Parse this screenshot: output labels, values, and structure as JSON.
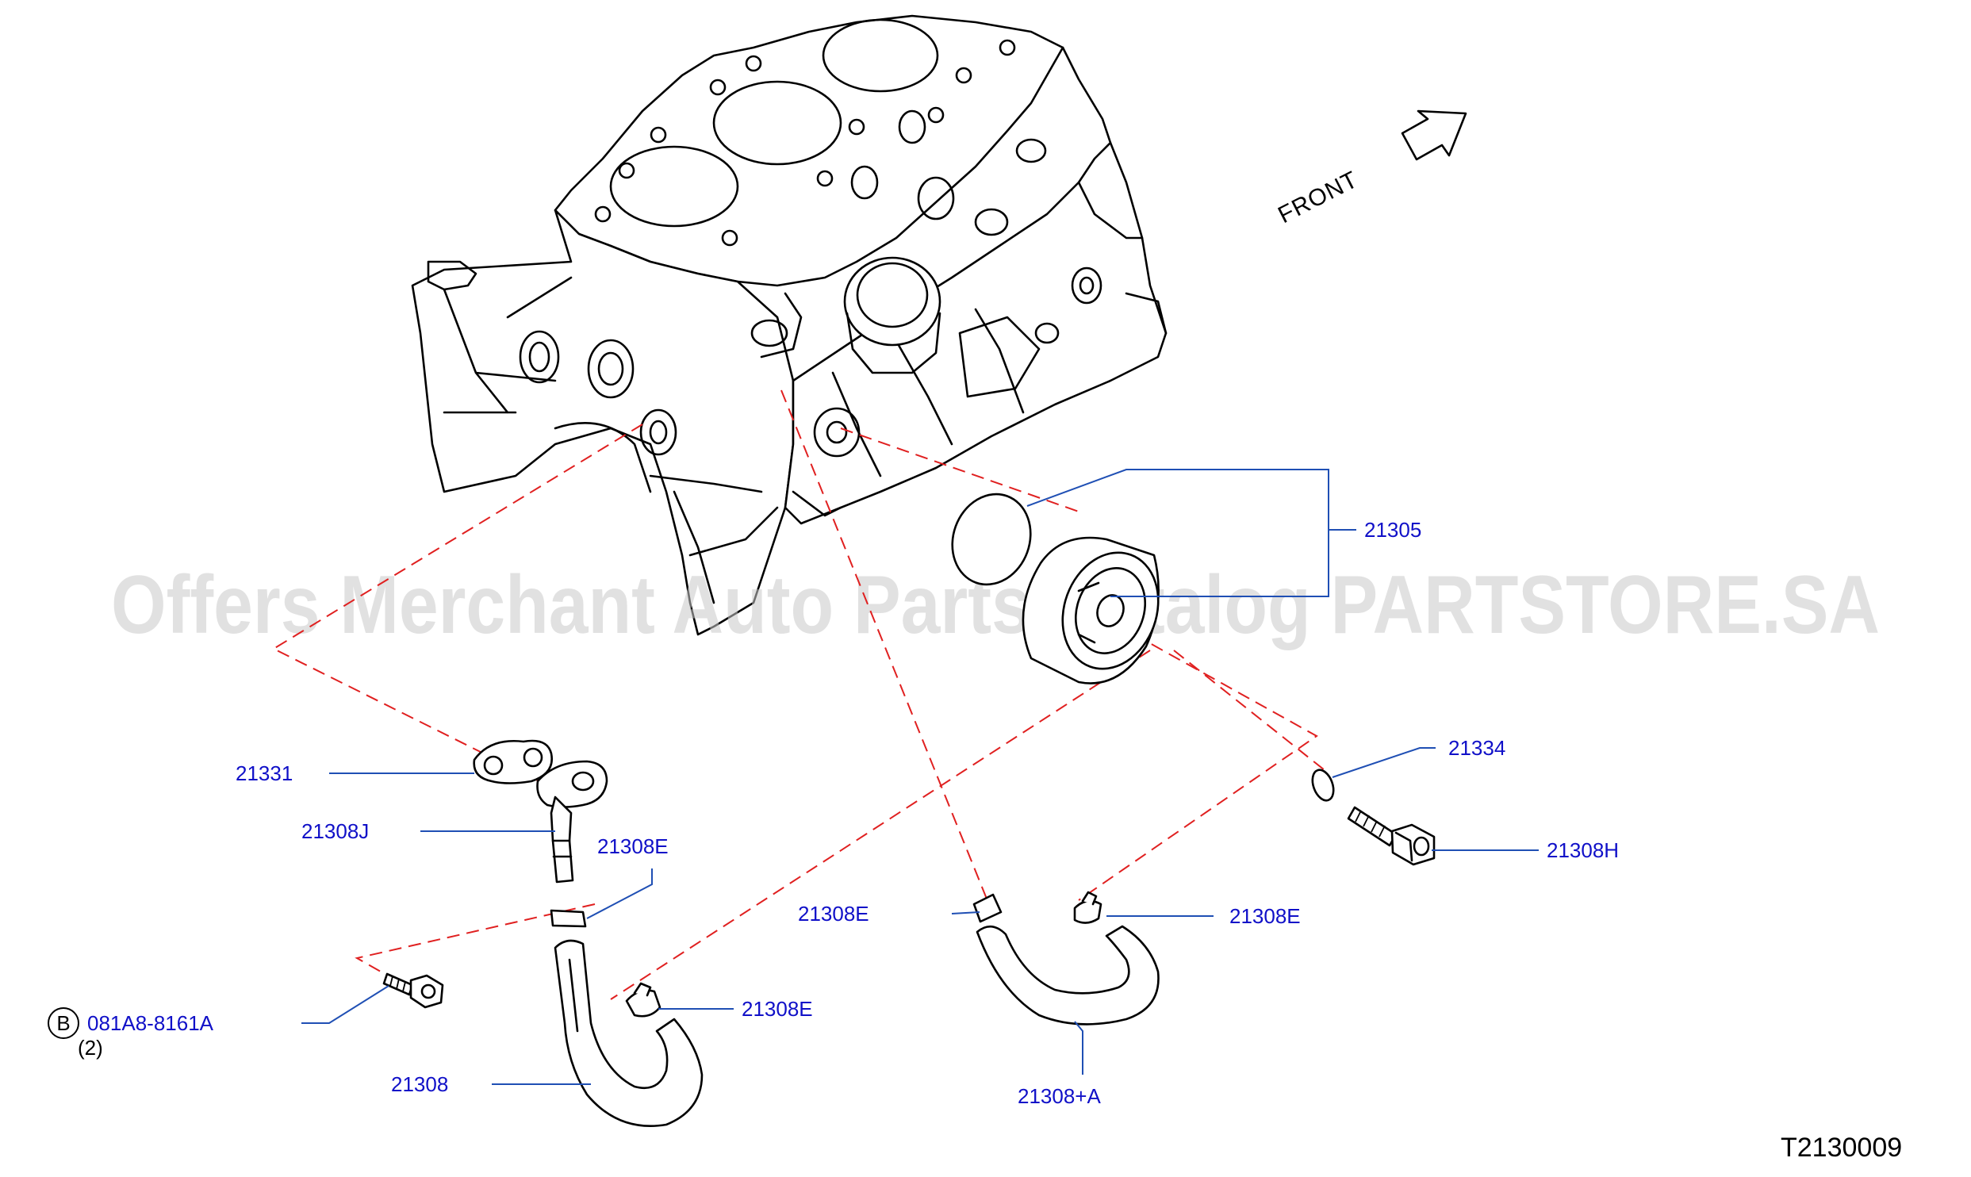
{
  "watermark": "Offers Merchant Auto Parts Catalog PARTSTORE.SA",
  "orientation": {
    "label": "FRONT",
    "icon": "front-direction-arrow-icon"
  },
  "diagram_code": "T2130009",
  "callouts": {
    "p21305": "21305",
    "p21331": "21331",
    "p21308J": "21308J",
    "p21308E_upper": "21308E",
    "p21308E_mid": "21308E",
    "p21308E_right": "21308E",
    "p21308E_lower": "21308E",
    "p21334": "21334",
    "p21308H": "21308H",
    "bolt_code": "081A8-8161A",
    "bolt_marker": "B",
    "bolt_qty": "(2)",
    "p21308": "21308",
    "p21308A": "21308+A"
  },
  "colors": {
    "callout": "#1010c8",
    "leader": "#1f4fb4",
    "dashed_guide": "#e02020",
    "watermark": "#c8c8c8"
  }
}
